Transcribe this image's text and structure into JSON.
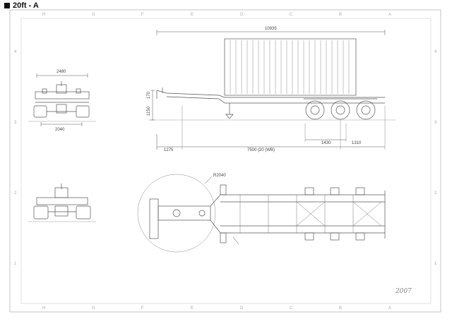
{
  "heading": "20ft - A",
  "signature": "2007",
  "dimensions": {
    "rear_top_width": "2480",
    "rear_bottom_width": "2040",
    "overall_length": "10935",
    "height_upper": "170",
    "height_lower": "1150",
    "front_overhang": "1275",
    "wheelbase": "7500 (20 (WB)",
    "axle_spacing": "1430",
    "rear_overhang": "1310",
    "turning_radius": "R2040"
  },
  "border_marks": {
    "top": [
      "H",
      "G",
      "F",
      "E",
      "D",
      "C",
      "B",
      "A"
    ],
    "bottom": [
      "H",
      "G",
      "F",
      "E",
      "D",
      "C",
      "B",
      "A"
    ],
    "left": [
      "4",
      "3",
      "2",
      "1"
    ],
    "right": [
      "4",
      "3",
      "2",
      "1"
    ]
  },
  "colors": {
    "line": "#555555",
    "faint": "#9a9a9a",
    "dim": "#444444"
  }
}
